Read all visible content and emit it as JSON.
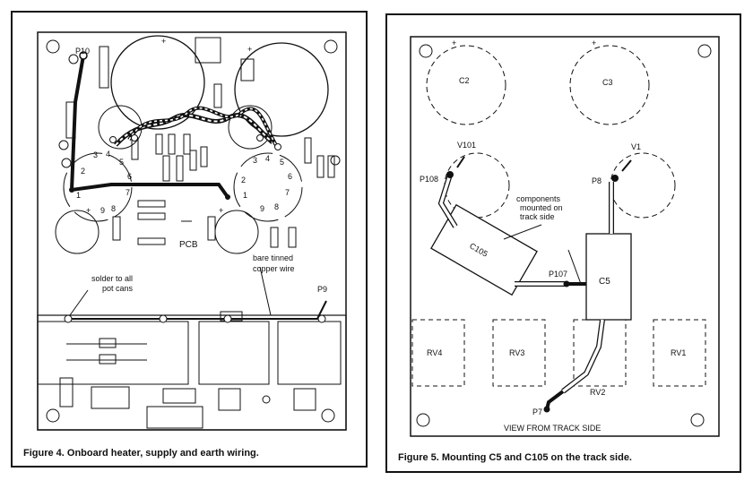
{
  "figure4": {
    "caption": "Figure 4. Onboard heater, supply and earth wiring.",
    "labels": {
      "p10": "P10",
      "p9": "P9",
      "pcb": "PCB",
      "solder_note_line1": "solder to all",
      "solder_note_line2": "pot cans",
      "wire_note_line1": "bare tinned",
      "wire_note_line2": "copper wire",
      "plus": "+"
    },
    "valve_pins_left": [
      "1",
      "2",
      "3",
      "4",
      "5",
      "6",
      "7",
      "8",
      "9"
    ],
    "valve_pins_right": [
      "1",
      "2",
      "3",
      "4",
      "5",
      "6",
      "7",
      "8",
      "9"
    ]
  },
  "figure5": {
    "caption": "Figure 5. Mounting C5 and C105 on the track side.",
    "labels": {
      "c2": "C2",
      "c3": "C3",
      "v101": "V101",
      "v1": "V1",
      "p108": "P108",
      "p8": "P8",
      "p107": "P107",
      "p7": "P7",
      "c105": "C105",
      "c5": "C5",
      "rv4": "RV4",
      "rv3": "RV3",
      "rv2": "RV2",
      "rv1": "RV1",
      "note_line1": "components",
      "note_line2": "mounted on",
      "note_line3": "track side",
      "view": "VIEW FROM TRACK SIDE",
      "plus": "+"
    }
  }
}
